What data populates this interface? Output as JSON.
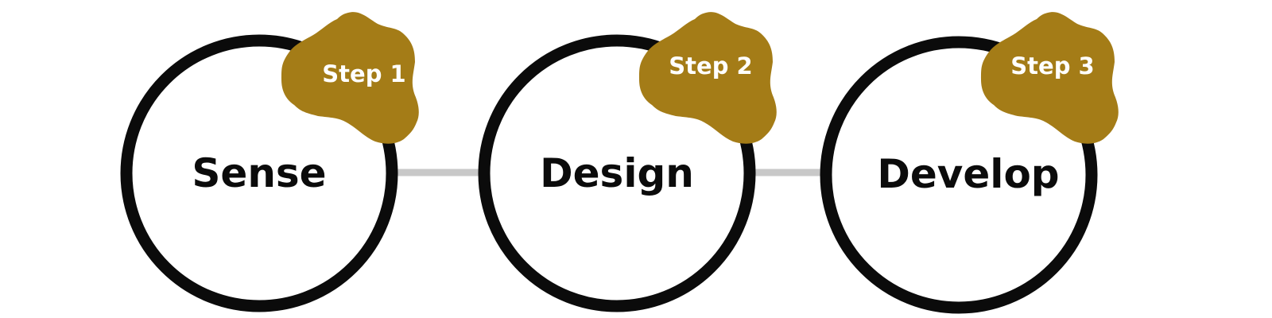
{
  "colors": {
    "ring": "#0b0b0b",
    "badge": "#a47c17",
    "badge_text": "#ffffff",
    "connector": "#c8c8c8",
    "title_text": "#0b0b0b"
  },
  "steps": [
    {
      "badge": "Step 1",
      "title": "Sense"
    },
    {
      "badge": "Step 2",
      "title": "Design"
    },
    {
      "badge": "Step 3",
      "title": "Develop"
    }
  ]
}
